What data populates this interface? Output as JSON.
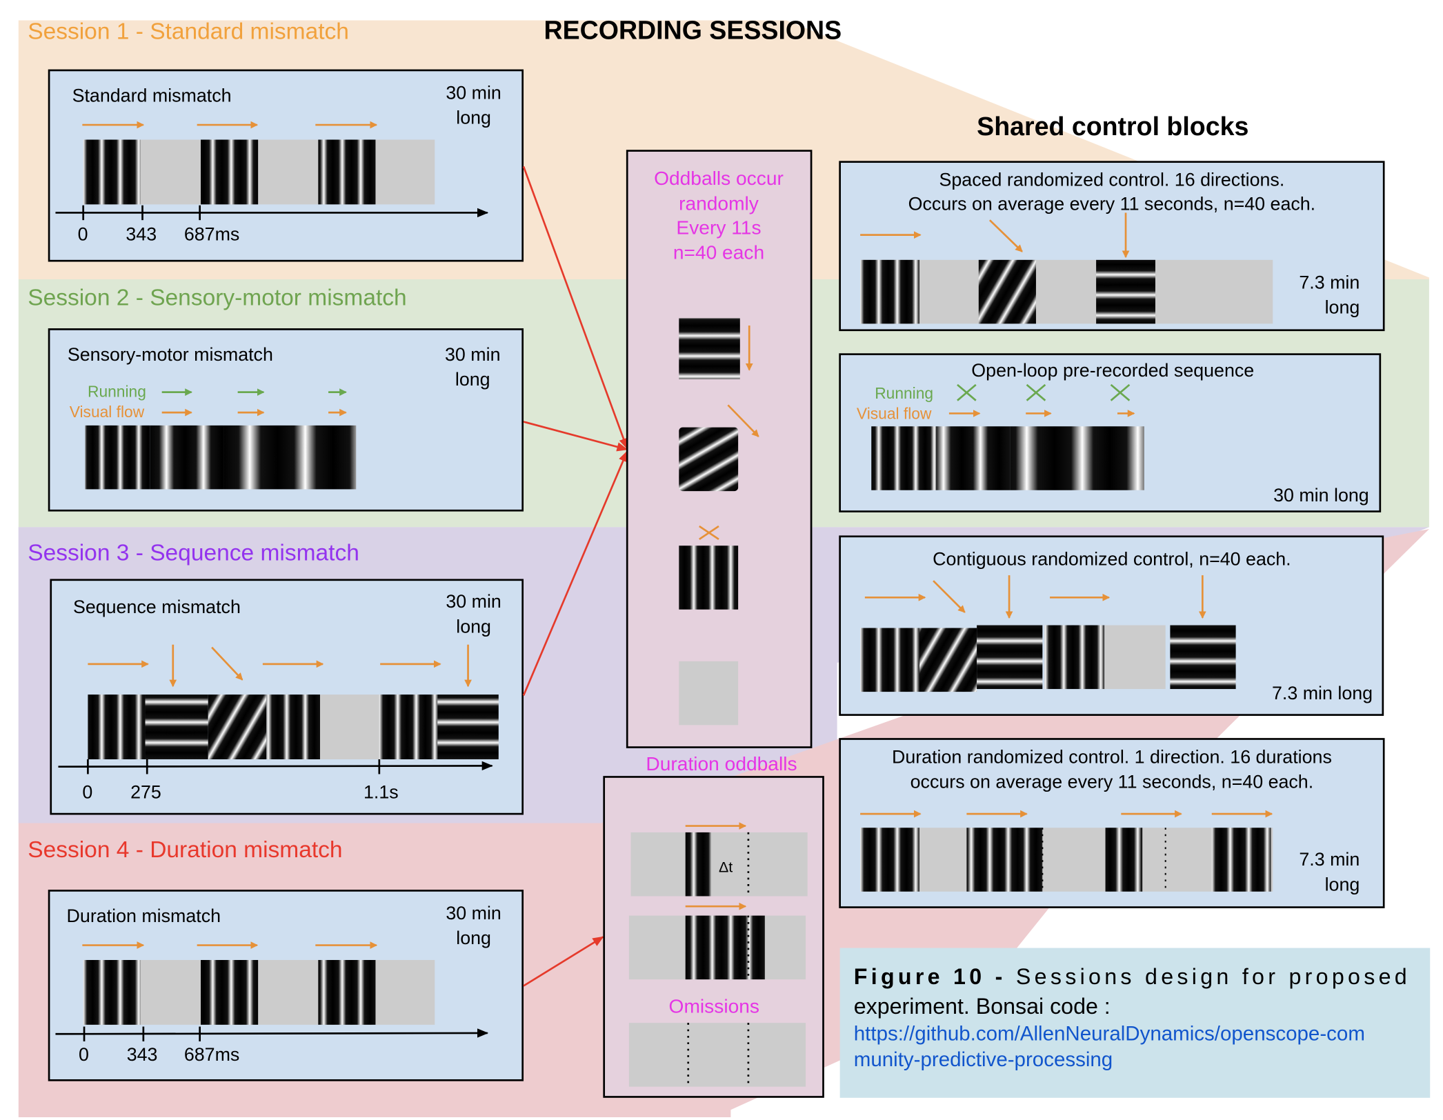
{
  "title": "RECORDING SESSIONS",
  "colors": {
    "session1_bg": "#f8e5d1",
    "session2_bg": "#dde8d5",
    "session3_bg": "#d9d2e7",
    "session4_bg": "#eecccf",
    "box_bg": "#cfdff0",
    "oddball_bg": "#e5d1dd",
    "caption_bg": "#cce3eb",
    "orange_arrow": "#e69138",
    "red_arrow": "#e53a2b",
    "green": "#6aa84f",
    "magenta": "#e535e5",
    "session1_title": "#f1a13c",
    "session2_title": "#6fa450",
    "session3_title": "#9333ee",
    "session4_title": "#e8382c",
    "link": "#1155cc"
  },
  "sessions": [
    {
      "title": "Session 1 - Standard mismatch",
      "box_label": "Standard mismatch",
      "duration": [
        "30 min",
        "long"
      ],
      "ticks": [
        "0",
        "343",
        "687ms"
      ]
    },
    {
      "title": "Session 2 - Sensory-motor mismatch",
      "box_label": "Sensory-motor mismatch",
      "duration": [
        "30 min",
        "long"
      ],
      "running_label": "Running",
      "visual_flow_label": "Visual flow"
    },
    {
      "title": "Session 3 - Sequence mismatch",
      "box_label": "Sequence mismatch",
      "duration": [
        "30 min",
        "long"
      ],
      "ticks": [
        "0",
        "275",
        "1.1s"
      ]
    },
    {
      "title": "Session 4 - Duration mismatch",
      "box_label": "Duration mismatch",
      "duration": [
        "30 min",
        "long"
      ],
      "ticks": [
        "0",
        "343",
        "687ms"
      ]
    }
  ],
  "oddballs": {
    "lines": [
      "Oddballs occur",
      "randomly",
      "Every 11s",
      "n=40 each"
    ]
  },
  "duration_oddballs": {
    "title": "Duration oddballs",
    "delta_label": "Δt",
    "omissions_label": "Omissions"
  },
  "shared": {
    "title": "Shared control blocks",
    "blocks": [
      {
        "lines": [
          "Spaced randomized control. 16 directions.",
          "Occurs on average every 11 seconds,  n=40 each."
        ],
        "duration": [
          "7.3 min",
          "long"
        ]
      },
      {
        "lines": [
          "Open-loop pre-recorded sequence"
        ],
        "running_label": "Running",
        "visual_flow_label": "Visual flow",
        "duration": [
          "30 min long"
        ]
      },
      {
        "lines": [
          "Contiguous randomized control, n=40 each."
        ],
        "duration": [
          "7.3  min long"
        ]
      },
      {
        "lines": [
          "Duration randomized control. 1 direction. 16 durations",
          "occurs on average every 11 seconds,  n=40 each."
        ],
        "duration": [
          "7.3 min",
          "long"
        ]
      }
    ]
  },
  "caption": {
    "bold": "Figure 10 -",
    "text_line1": " Sessions design for proposed",
    "text_line2": "experiment. Bonsai code :",
    "link_line1": "https://github.com/AllenNeuralDynamics/openscope-com",
    "link_line2": "munity-predictive-processing"
  }
}
